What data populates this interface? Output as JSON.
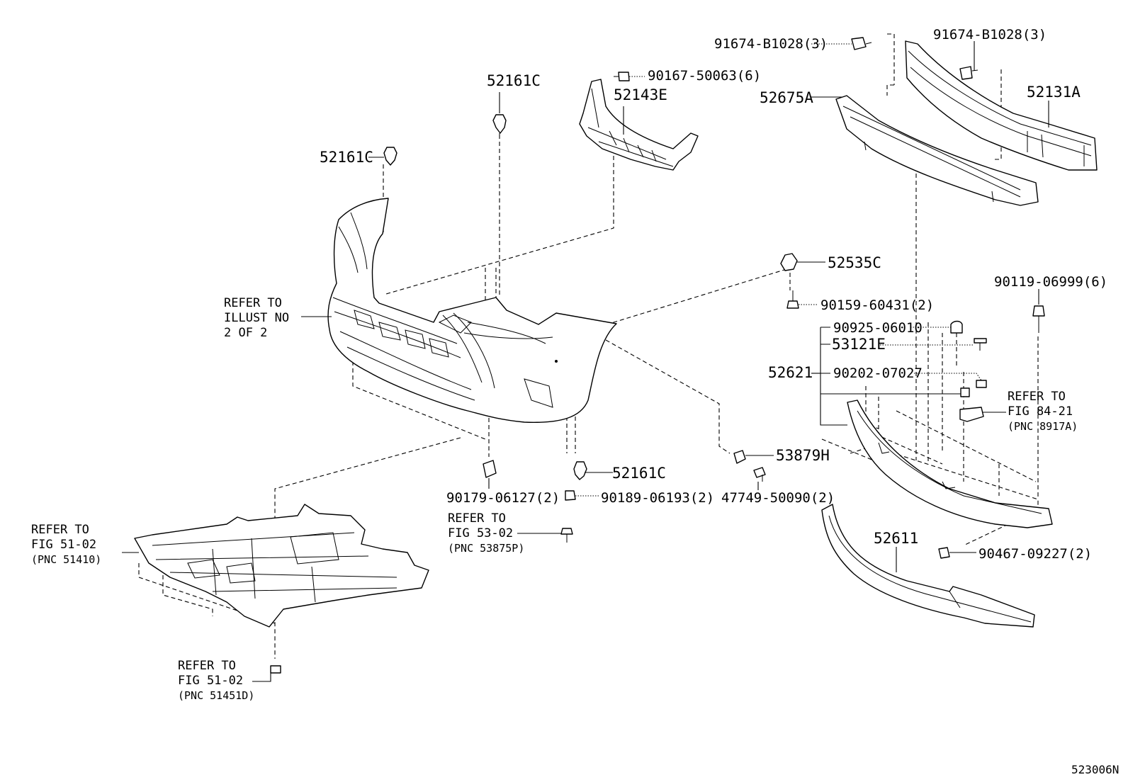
{
  "figure_number": "523006N",
  "parts": {
    "p52161c_top": "52161C",
    "p52161c_left": "52161C",
    "p52161c_bottom": "52161C",
    "p90167": "90167-50063(6)",
    "p52143e": "52143E",
    "p91674_left": "91674-B1028(3)",
    "p91674_right": "91674-B1028(3)",
    "p52675a": "52675A",
    "p52131a": "52131A",
    "p52535c": "52535C",
    "p90159": "90159-60431(2)",
    "p90119": "90119-06999(6)",
    "p90925": "90925-06010",
    "p53121e": "53121E",
    "p52621": "52621",
    "p90202": "90202-07027",
    "p53879h": "53879H",
    "p47749": "47749-50090(2)",
    "p90179": "90179-06127(2)",
    "p90189": "90189-06193(2)",
    "p52611": "52611",
    "p90467": "90467-09227(2)"
  },
  "refs": {
    "illust": {
      "line1": "REFER TO",
      "line2": "ILLUST NO",
      "line3": "2 OF 2"
    },
    "fig51_02_a": {
      "line1": "REFER TO",
      "line2": "FIG 51-02",
      "pnc": "(PNC 51410)"
    },
    "fig53_02": {
      "line1": "REFER TO",
      "line2": "FIG 53-02",
      "pnc": "(PNC 53875P)"
    },
    "fig51_02_b": {
      "line1": "REFER TO",
      "line2": "FIG 51-02",
      "pnc": "(PNC 51451D)"
    },
    "fig84_21": {
      "line1": "REFER TO",
      "line2": "FIG 84-21",
      "pnc": "(PNC 8917A)"
    }
  }
}
